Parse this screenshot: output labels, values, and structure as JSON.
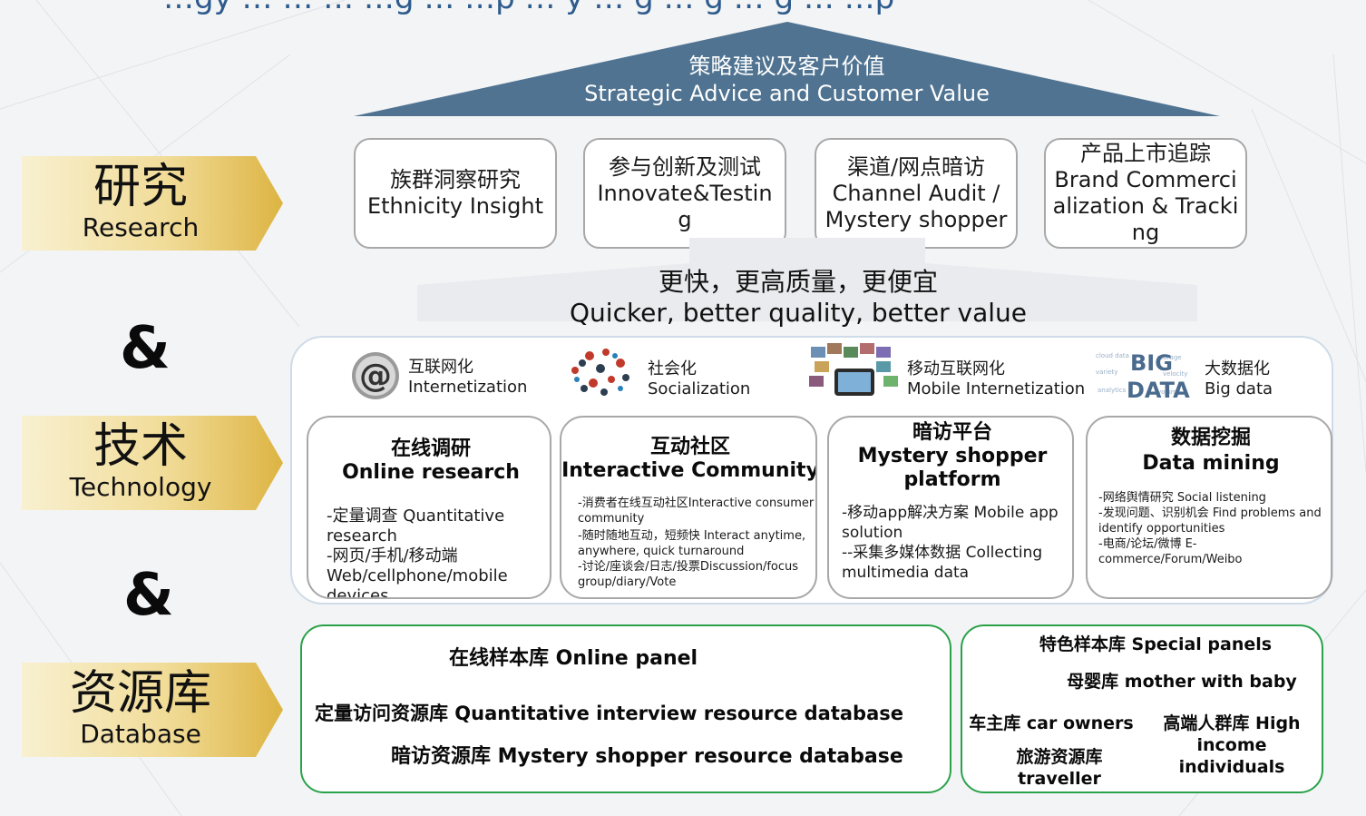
{
  "header": {
    "cropped_title": "…gy … … … …g … …p … y … g … g … g … …p"
  },
  "roof": {
    "title_cn": "策略建议及客户价值",
    "title_en": "Strategic Advice and Customer Value",
    "color": "#4f7391"
  },
  "left_labels": {
    "research": {
      "cn": "研究",
      "en": "Research"
    },
    "amp1": "&",
    "technology": {
      "cn": "技术",
      "en": "Technology"
    },
    "amp2": "&",
    "database": {
      "cn": "资源库",
      "en": "Database"
    }
  },
  "research_boxes": [
    {
      "cn": "族群洞察研究",
      "en": "Ethnicity Insight"
    },
    {
      "cn": "参与创新及测试",
      "en": "Innovate&Testing"
    },
    {
      "cn": "渠道/网点暗访",
      "en": "Channel Audit / Mystery shopper"
    },
    {
      "cn": "产品上市追踪",
      "en": "Brand Commercialization & Tracking"
    }
  ],
  "value": {
    "cn": "更快，更高质量，更便宜",
    "en": "Quicker, better quality, better value"
  },
  "tech_features": [
    {
      "cn": "互联网化",
      "en": "Internetization",
      "icon": "at-sign-icon"
    },
    {
      "cn": "社会化",
      "en": "Socialization",
      "icon": "social-network-map-icon"
    },
    {
      "cn": "移动互联网化",
      "en": "Mobile Internetization",
      "icon": "mobile-cloud-icon"
    },
    {
      "cn": "大数据化",
      "en": "Big data",
      "icon": "big-data-wordcloud-icon"
    }
  ],
  "tech_boxes": [
    {
      "title_cn": "在线调研",
      "title_en": "Online research",
      "lines": [
        "-定量调查 Quantitative research",
        "-网页/手机/移动端 Web/cellphone/mobile devices"
      ]
    },
    {
      "title_cn": "互动社区",
      "title_en": "Interactive Community",
      "lines": [
        "-消费者在线互动社区Interactive consumer community",
        "-随时随地互动，短频快 Interact anytime, anywhere, quick turnaround",
        "-讨论/座谈会/日志/投票Discussion/focus group/diary/Vote"
      ]
    },
    {
      "title_cn": "暗访平台",
      "title_en": "Mystery shopper platform",
      "lines": [
        "-移动app解决方案 Mobile app solution",
        "--采集多媒体数据 Collecting multimedia data"
      ]
    },
    {
      "title_cn": "数据挖掘",
      "title_en": "Data mining",
      "lines": [
        "-网络舆情研究 Social listening",
        "-发现问题、识别机会 Find problems and identify opportunities",
        "-电商/论坛/微博 E-commerce/Forum/Weibo"
      ]
    }
  ],
  "database": {
    "main_lines": [
      "在线样本库 Online panel",
      "定量访问资源库 Quantitative interview resource database",
      "暗访资源库 Mystery shopper resource database"
    ],
    "special": {
      "title": "特色样本库 Special panels",
      "mother": "母婴库 mother with baby",
      "car": "车主库 car owners",
      "high_income": "高端人群库 High income individuals",
      "travel": "旅游资源库 traveller"
    },
    "border_color": "#2aa24a"
  },
  "colors": {
    "chevron_gold": "#e2be5a",
    "chevron_light": "#f6ecc6"
  }
}
